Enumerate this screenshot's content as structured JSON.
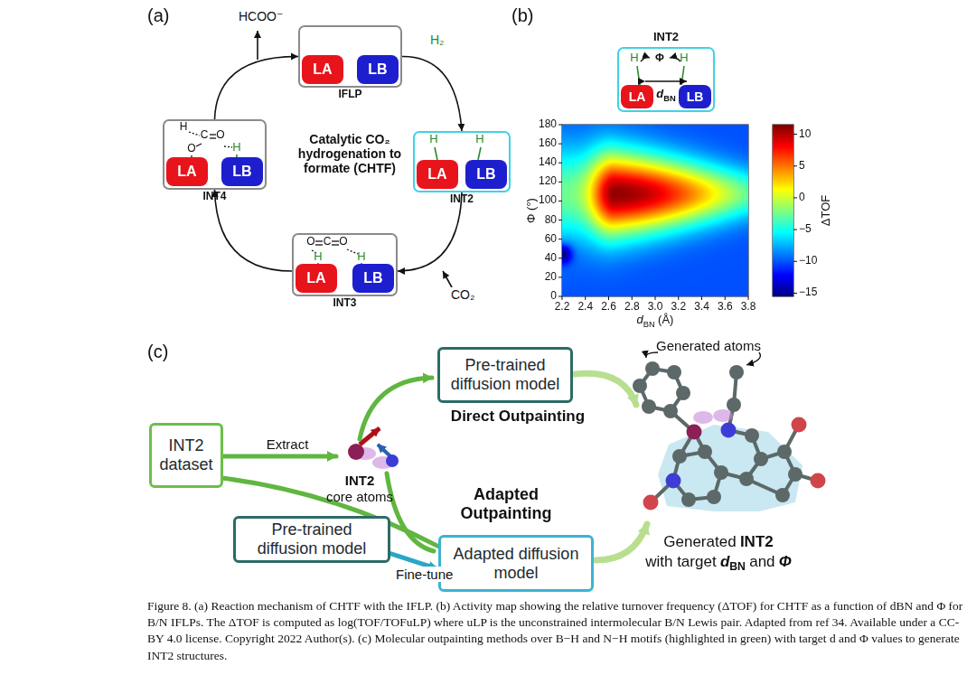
{
  "diagram": {
    "caption": "Figure 8. (a) Reaction mechanism of CHTF with the IFLP. (b) Activity map showing the relative turnover frequency (ΔTOF) for CHTF as a function of dBN and Φ for B/N IFLPs. The ΔTOF is computed as log(TOF/TOFuLP) where uLP is the unconstrained intermolecular B/N Lewis pair. Adapted from ref 34. Available under a CC-BY 4.0 license. Copyright 2022 Author(s). (c) Molecular outpainting methods over B−H and N−H motifs (highlighted in green) with target d and Φ values to generate INT2 structures.",
    "nodes": [
      {
        "text": [
          "IFLP"
        ]
      },
      {
        "text": [
          "LA"
        ],
        "in": 0
      },
      {
        "text": [
          "LB"
        ],
        "in": 0
      },
      {
        "text": [
          "INT2"
        ]
      },
      {
        "text": [
          "LA"
        ],
        "in": 3
      },
      {
        "text": [
          "LB"
        ],
        "in": 3
      },
      {
        "text": [
          "INT3"
        ]
      },
      {
        "text": [
          "LA"
        ],
        "in": 6
      },
      {
        "text": [
          "LB"
        ],
        "in": 6
      },
      {
        "text": [
          "INT4"
        ]
      },
      {
        "text": [
          "LA"
        ],
        "in": 9
      },
      {
        "text": [
          "LB"
        ],
        "in": 9
      },
      {
        "text": [
          "INT2"
        ]
      },
      {
        "text": [
          "LA"
        ],
        "in": 12
      },
      {
        "text": [
          "LB"
        ],
        "in": 12
      },
      {
        "text": [
          "INT2 dataset"
        ]
      },
      {
        "text": [
          "Pre-trained diffusion model"
        ]
      },
      {
        "text": [
          "Pre-trained diffusion model"
        ]
      },
      {
        "text": [
          "Adapted diffusion model"
        ]
      }
    ],
    "edges": [
      {
        "from": 0,
        "to": 3,
        "arrow": "to",
        "label": "H₂"
      },
      {
        "from": 3,
        "to": 6,
        "arrow": "to",
        "label": "CO₂"
      },
      {
        "from": 6,
        "to": 9,
        "arrow": "to"
      },
      {
        "from": 9,
        "to": 0,
        "arrow": "to",
        "label": "HCOO⁻"
      },
      {
        "from": 15,
        "to": 18,
        "arrow": "none"
      },
      {
        "from": 17,
        "to": 18,
        "arrow": "to",
        "label": "Fine-tune"
      }
    ],
    "labels": [
      "(a)",
      "(b)",
      "(c)",
      "Catalytic CO₂ hydrogenation to formate (CHTF)",
      "H",
      "H",
      "O",
      "C",
      "O",
      "H",
      "H",
      "H",
      "C",
      "O",
      "O",
      "H",
      "H",
      "Φ",
      "H",
      "d",
      "BN",
      "Φ (°)",
      "0",
      "20",
      "40",
      "60",
      "80",
      "100",
      "120",
      "140",
      "160",
      "180",
      "2.2",
      "2.4",
      "2.6",
      "2.8",
      "3.0",
      "3.2",
      "3.4",
      "3.6",
      "3.8",
      "d",
      "BN",
      "(Å)",
      "10",
      "5",
      "0",
      "−5",
      "−10",
      "−15",
      "ΔTOF",
      "Extract",
      "INT2",
      "core atoms",
      "Direct Outpainting",
      "Adapted Outpainting",
      "Generated atoms",
      "Generated",
      "INT2",
      "with target",
      "d",
      "BN",
      "and",
      "Φ"
    ]
  }
}
